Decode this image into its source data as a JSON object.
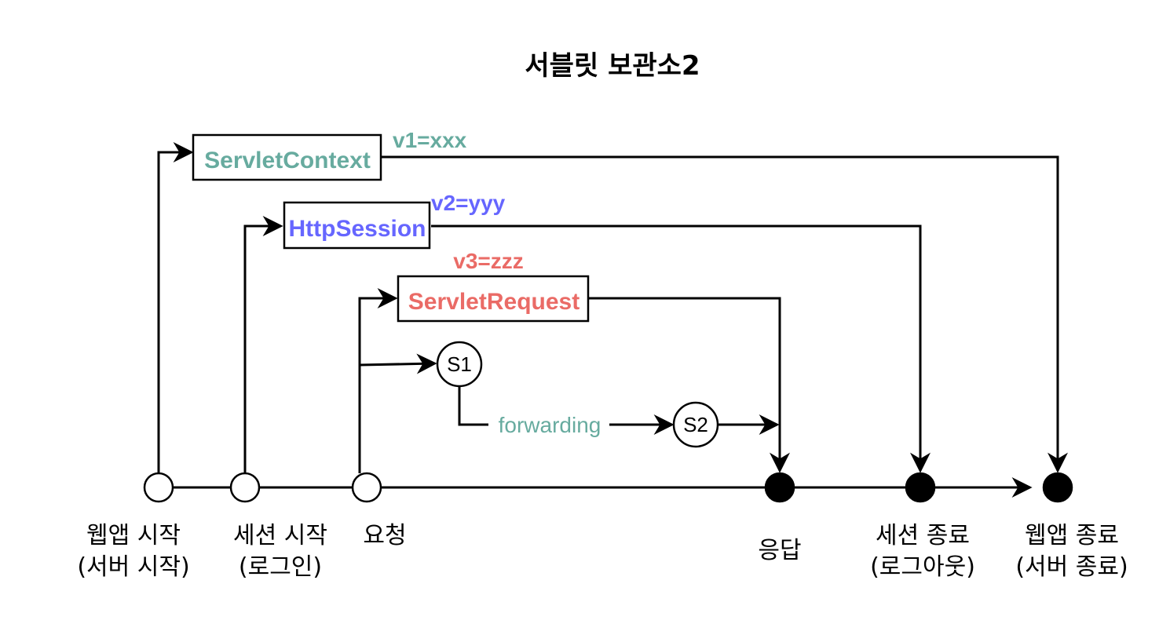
{
  "title": "서블릿 보관소2",
  "colors": {
    "context": "#67AB9F",
    "session": "#6666FF",
    "request": "#EA6B66",
    "forwarding": "#67AB9F",
    "stroke": "#000000"
  },
  "boxes": {
    "context": {
      "label": "ServletContext",
      "value": "v1=xxx"
    },
    "session": {
      "label": "HttpSession",
      "value": "v2=yyy"
    },
    "request": {
      "label": "ServletRequest",
      "value": "v3=zzz"
    }
  },
  "servlets": {
    "s1": "S1",
    "s2": "S2"
  },
  "edge": {
    "forwarding": "forwarding"
  },
  "timeline": {
    "webapp_start": {
      "line1": "웹앱 시작",
      "line2": "(서버 시작)"
    },
    "session_start": {
      "line1": "세션 시작",
      "line2": "(로그인)"
    },
    "request": {
      "line1": "요청"
    },
    "response": {
      "line1": "응답"
    },
    "session_end": {
      "line1": "세션 종료",
      "line2": "(로그아웃)"
    },
    "webapp_end": {
      "line1": "웹앱 종료",
      "line2": "(서버 종료)"
    }
  }
}
